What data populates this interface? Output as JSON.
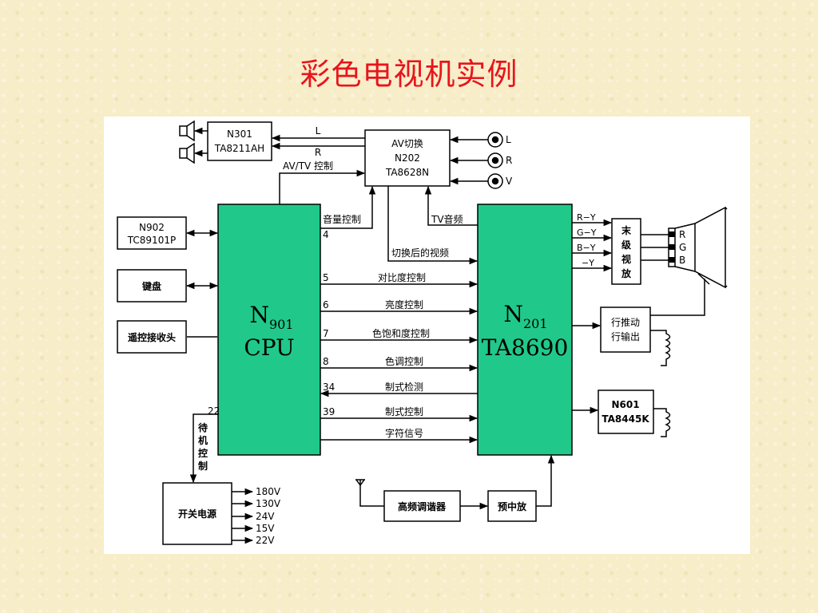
{
  "slide": {
    "title": "彩色电视机实例"
  },
  "cpu": {
    "name": "N",
    "sub": "901",
    "label": "CPU"
  },
  "decoder": {
    "name": "N",
    "sub": "201",
    "label": "TA8690"
  },
  "audio_amp": {
    "line1": "N301",
    "line2": "TA8211AH"
  },
  "av_switch": {
    "line1": "AV切换",
    "line2": "N202",
    "line3": "TA8628N"
  },
  "memory": {
    "line1": "N902",
    "line2": "TC89101P"
  },
  "keyboard": {
    "label": "键盘"
  },
  "remote_receiver": {
    "label": "遥控接收头"
  },
  "final_amp": {
    "chars": [
      "末",
      "级",
      "视",
      "放"
    ]
  },
  "line_driver": {
    "line1": "行推动",
    "line2": "行输出"
  },
  "field_ic": {
    "line1": "N601",
    "line2": "TA8445K"
  },
  "power_supply": {
    "label": "开关电源",
    "outputs": [
      "180V",
      "130V",
      "24V",
      "15V",
      "22V"
    ]
  },
  "tuner": {
    "label": "高频调谐器"
  },
  "if_amp": {
    "label": "预中放"
  },
  "inputs": {
    "l": "L",
    "r": "R",
    "v": "V"
  },
  "crt_inputs": {
    "r": "R",
    "g": "G",
    "b": "B"
  },
  "audio_lines": {
    "l": "L",
    "r": "R"
  },
  "signals": {
    "av_tv_control": "AV/TV 控制",
    "volume_control": "音量控制",
    "tv_audio": "TV音频",
    "switched_video": "切换后的视频",
    "contrast": "对比度控制",
    "brightness": "亮度控制",
    "saturation": "色饱和度控制",
    "hue": "色调控制",
    "system_detect": "制式检测",
    "system_control": "制式控制",
    "char_signal": "字符信号",
    "standby_chars": [
      "待",
      "机",
      "控",
      "制"
    ]
  },
  "pins": {
    "p4": "4",
    "p5": "5",
    "p6": "6",
    "p7": "7",
    "p8": "8",
    "p34": "34",
    "p39": "39",
    "p22": "22"
  },
  "color_diff": {
    "ry": "R−Y",
    "gy": "G−Y",
    "by": "B−Y",
    "y": "−Y"
  },
  "colors": {
    "title": "#e8141c",
    "chip_fill": "#20c98a",
    "background": "#f7edc8"
  }
}
